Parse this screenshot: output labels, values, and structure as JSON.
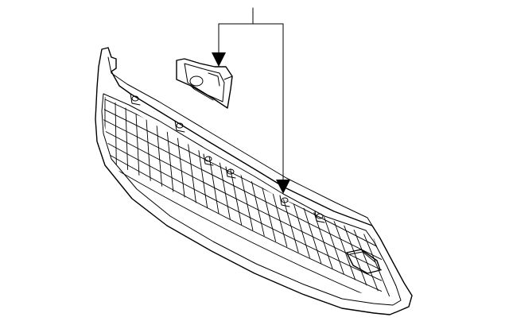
{
  "diagram": {
    "kind": "exploded-parts-view",
    "parts": [
      {
        "name": "grille"
      },
      {
        "name": "bracket"
      }
    ],
    "callouts": [
      {
        "from": "leader-top",
        "to": "bracket"
      },
      {
        "from": "leader-top",
        "to": "grille-mount"
      }
    ],
    "colors": {
      "line": "#000000",
      "background": "#ffffff"
    }
  }
}
